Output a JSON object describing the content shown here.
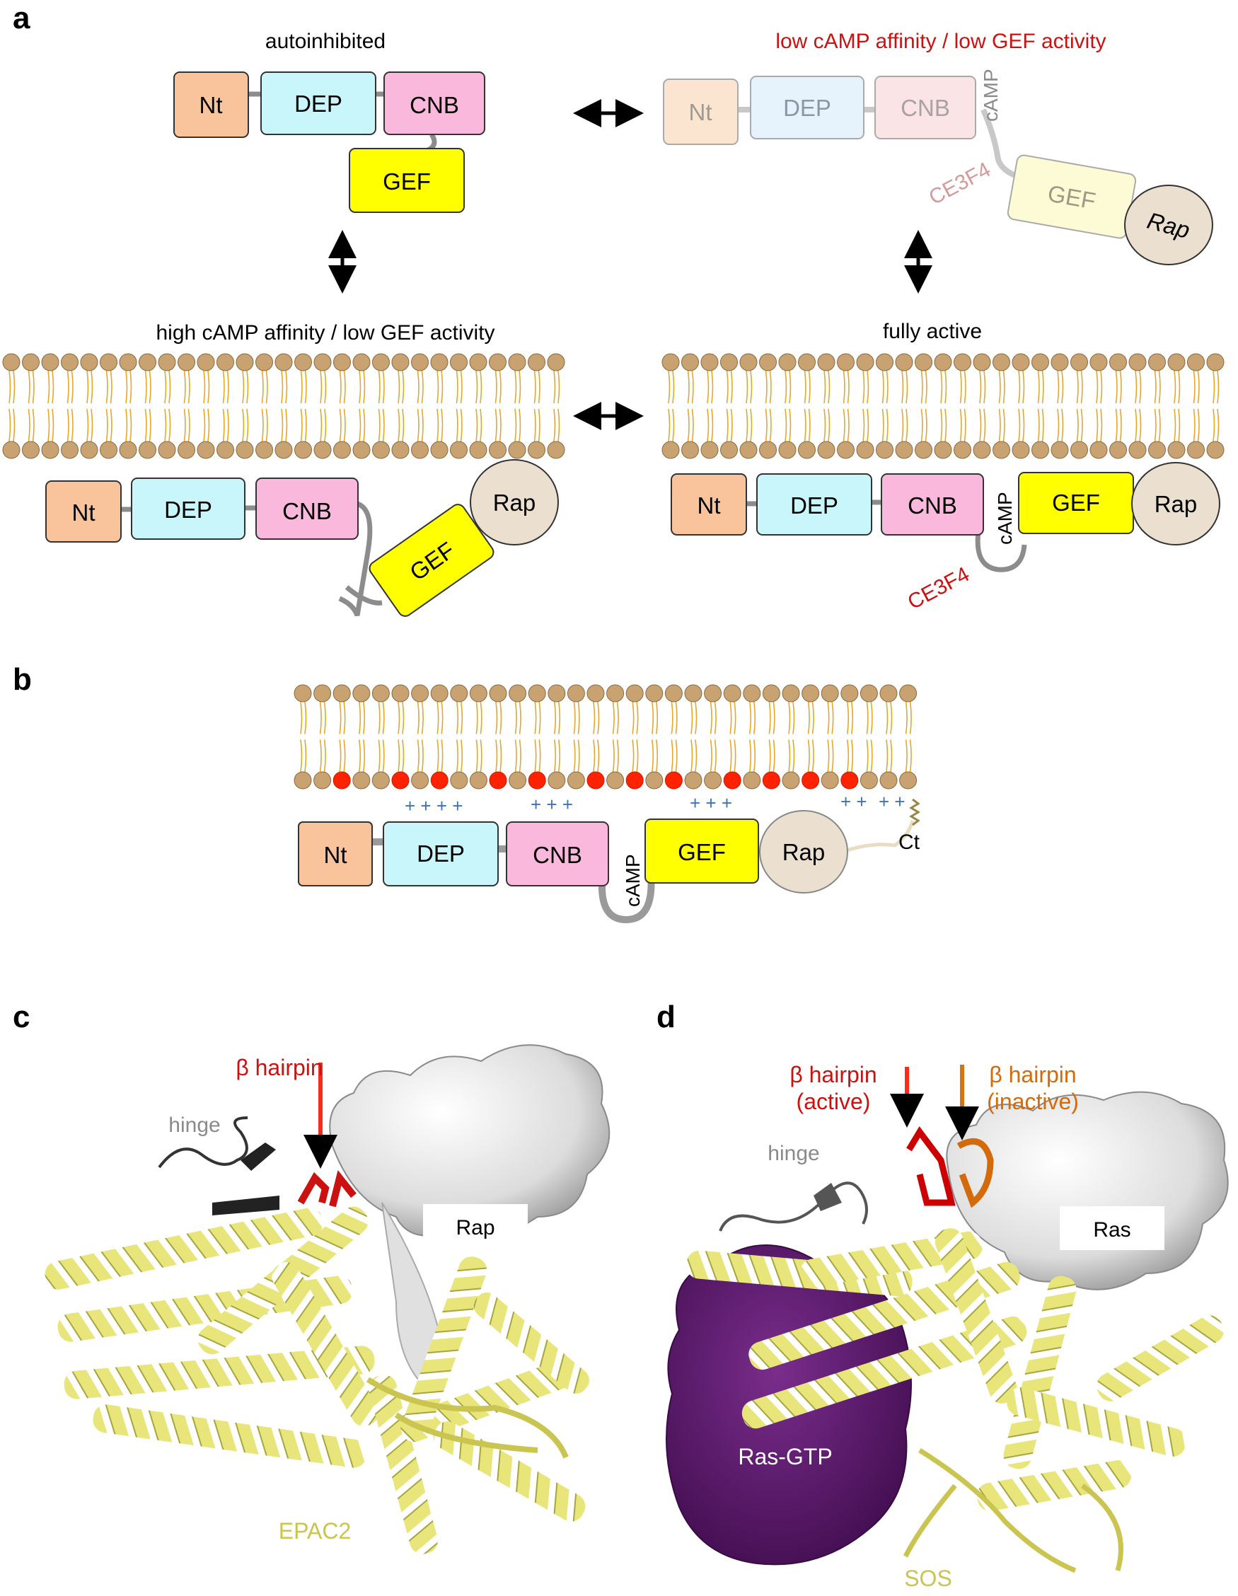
{
  "panels": {
    "a": "a",
    "b": "b",
    "c": "c",
    "d": "d"
  },
  "colors": {
    "nt": "#f9c49b",
    "dep": "#c8f6fb",
    "cnb": "#f9b8dc",
    "gef": "#ffff00",
    "rap": "#ebe0cf",
    "linker": "#8c8c8c",
    "lipid_head": "#c9a271",
    "lipid_tail": "#e4a82d",
    "pip": "#ff2200",
    "charge": "#3b73b9",
    "red_text": "#cc1111",
    "purple": "#5b1a6b",
    "helix": "#e8e67a"
  },
  "panel_a": {
    "autoinhibited": {
      "title": "autoinhibited",
      "domains": {
        "nt": "Nt",
        "dep": "DEP",
        "cnb": "CNB",
        "gef": "GEF"
      }
    },
    "low_affinity": {
      "title": "low cAMP affinity / low GEF activity",
      "domains": {
        "nt": "Nt",
        "dep": "DEP",
        "cnb": "CNB",
        "gef": "GEF",
        "rap": "Rap"
      },
      "camp": "cAMP",
      "compound": "CE3F4"
    },
    "high_affinity": {
      "title": "high cAMP affinity / low GEF activity",
      "domains": {
        "nt": "Nt",
        "dep": "DEP",
        "cnb": "CNB",
        "gef": "GEF",
        "rap": "Rap"
      }
    },
    "fully_active": {
      "title": "fully active",
      "domains": {
        "nt": "Nt",
        "dep": "DEP",
        "cnb": "CNB",
        "gef": "GEF",
        "rap": "Rap"
      },
      "camp": "cAMP",
      "compound": "CE3F4"
    }
  },
  "panel_b": {
    "domains": {
      "nt": "Nt",
      "dep": "DEP",
      "cnb": "CNB",
      "gef": "GEF",
      "rap": "Rap"
    },
    "camp": "cAMP",
    "ct": "Ct",
    "charges": [
      "+ + + +",
      "+ + +",
      "+ + +",
      "+ +",
      "+ +"
    ]
  },
  "panel_c": {
    "beta": "β hairpin",
    "hinge": "hinge",
    "rap": "Rap",
    "protein": "EPAC2"
  },
  "panel_d": {
    "beta_active": [
      "β hairpin",
      "(active)"
    ],
    "beta_inactive": [
      "β hairpin",
      "(inactive)"
    ],
    "hinge": "hinge",
    "ras": "Ras",
    "ras_gtp": "Ras-GTP",
    "protein": "SOS"
  }
}
